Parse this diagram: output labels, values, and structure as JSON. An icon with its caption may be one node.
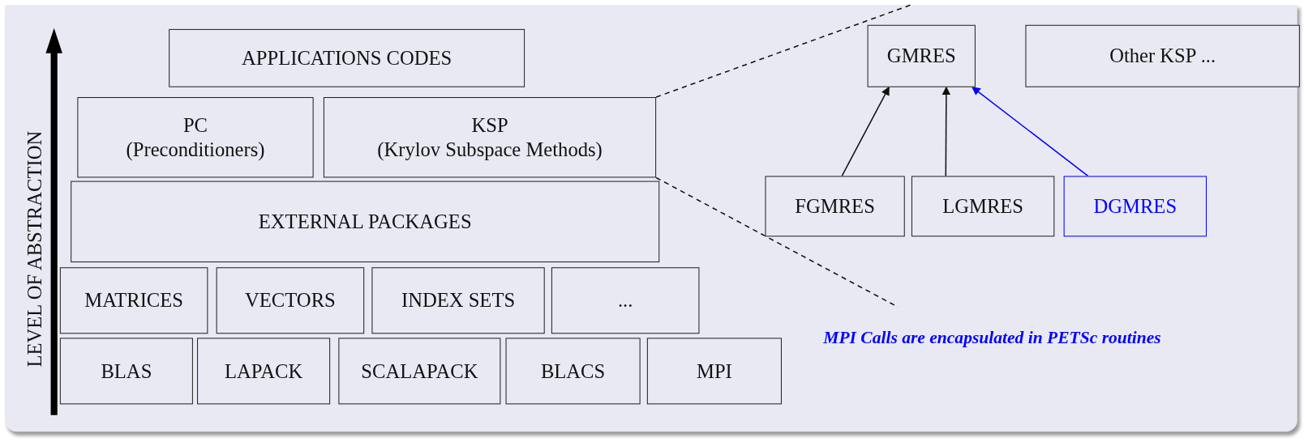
{
  "diagram": {
    "nodes": [
      {
        "text": [
          "APPLICATIONS CODES"
        ]
      },
      {
        "text": [
          "PC",
          "(Preconditioners)"
        ]
      },
      {
        "text": [
          "KSP",
          "(Krylov Subspace Methods)"
        ]
      },
      {
        "text": [
          "EXTERNAL PACKAGES"
        ]
      },
      {
        "text": [
          "MATRICES"
        ]
      },
      {
        "text": [
          "VECTORS"
        ]
      },
      {
        "text": [
          "INDEX SETS"
        ]
      },
      {
        "text": [
          "..."
        ]
      },
      {
        "text": [
          "BLAS"
        ]
      },
      {
        "text": [
          "LAPACK"
        ]
      },
      {
        "text": [
          "SCALAPACK"
        ]
      },
      {
        "text": [
          "BLACS"
        ]
      },
      {
        "text": [
          "MPI"
        ]
      },
      {
        "text": [
          "GMRES"
        ]
      },
      {
        "text": [
          "Other KSP ..."
        ]
      },
      {
        "text": [
          "FGMRES"
        ]
      },
      {
        "text": [
          "LGMRES"
        ]
      },
      {
        "text": [
          "DGMRES"
        ]
      }
    ],
    "edges": [
      {
        "from": 2,
        "to": null,
        "arrow": "none",
        "style": "dashed"
      },
      {
        "from": 2,
        "to": null,
        "arrow": "none",
        "style": "dashed"
      },
      {
        "from": 15,
        "to": 13,
        "arrow": "to"
      },
      {
        "from": 16,
        "to": 13,
        "arrow": "to"
      },
      {
        "from": 17,
        "to": 13,
        "arrow": "to",
        "color": "#0000ff"
      }
    ],
    "labels": [
      "LEVEL OF ABSTRACTION",
      "MPI Calls are encapsulated in PETSc routines"
    ]
  }
}
